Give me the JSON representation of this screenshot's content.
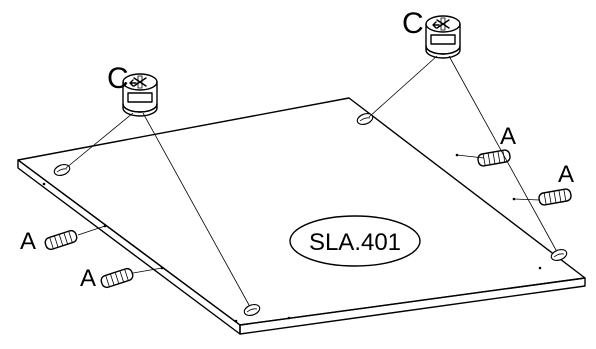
{
  "diagram": {
    "part_code": "SLA.401",
    "labels": {
      "dowel": "A",
      "cam_lock": "C"
    },
    "colors": {
      "line": "#000000",
      "background": "#ffffff",
      "fill": "#ffffff"
    },
    "icons": [
      "cam-lock-icon",
      "wooden-dowel-icon"
    ]
  }
}
